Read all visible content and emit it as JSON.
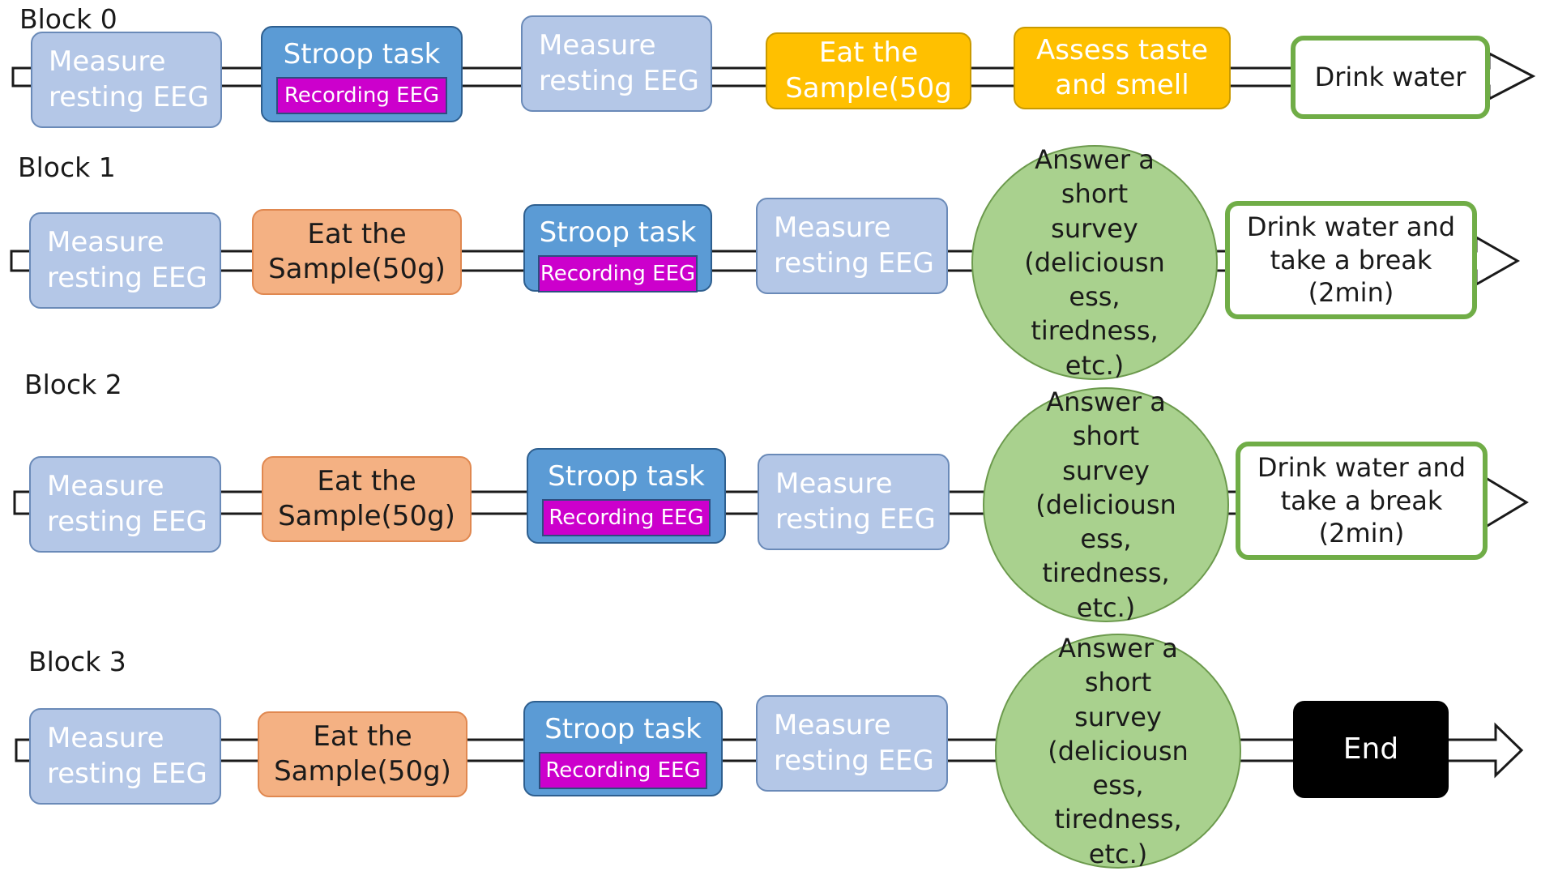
{
  "blocks": [
    {
      "label": "Block 0",
      "steps": [
        {
          "kind": "light",
          "lines": [
            "Measure",
            "resting EEG"
          ]
        },
        {
          "kind": "stroop",
          "lines": [
            "Stroop task"
          ],
          "sub": "Recording EEG"
        },
        {
          "kind": "light",
          "lines": [
            "Measure",
            "resting EEG"
          ]
        },
        {
          "kind": "orange",
          "lines": [
            "Eat the",
            "Sample(50g"
          ]
        },
        {
          "kind": "orange",
          "lines": [
            "Assess taste",
            "and smell"
          ]
        },
        {
          "kind": "water",
          "lines": [
            "Drink water"
          ]
        }
      ]
    },
    {
      "label": "Block 1",
      "steps": [
        {
          "kind": "light",
          "lines": [
            "Measure",
            "resting EEG"
          ]
        },
        {
          "kind": "salmon",
          "lines": [
            "Eat the",
            "Sample(50g)"
          ]
        },
        {
          "kind": "stroop",
          "lines": [
            "Stroop task"
          ],
          "sub": "Recording EEG"
        },
        {
          "kind": "light",
          "lines": [
            "Measure",
            "resting EEG"
          ]
        },
        {
          "kind": "survey",
          "lines": [
            "Answer a",
            "short",
            "survey",
            "(deliciousn",
            "ess,",
            "tiredness,",
            "etc.)"
          ]
        },
        {
          "kind": "water",
          "lines": [
            "Drink water and",
            "take a break",
            "(2min)"
          ]
        }
      ]
    },
    {
      "label": "Block 2",
      "steps": [
        {
          "kind": "light",
          "lines": [
            "Measure",
            "resting EEG"
          ]
        },
        {
          "kind": "salmon",
          "lines": [
            "Eat the",
            "Sample(50g)"
          ]
        },
        {
          "kind": "stroop",
          "lines": [
            "Stroop task"
          ],
          "sub": "Recording EEG"
        },
        {
          "kind": "light",
          "lines": [
            "Measure",
            "resting EEG"
          ]
        },
        {
          "kind": "survey",
          "lines": [
            "Answer a",
            "short",
            "survey",
            "(deliciousn",
            "ess,",
            "tiredness,",
            "etc.)"
          ]
        },
        {
          "kind": "water",
          "lines": [
            "Drink water and",
            "take a break",
            "(2min)"
          ]
        }
      ]
    },
    {
      "label": "Block 3",
      "steps": [
        {
          "kind": "light",
          "lines": [
            "Measure",
            "resting EEG"
          ]
        },
        {
          "kind": "salmon",
          "lines": [
            "Eat the",
            "Sample(50g)"
          ]
        },
        {
          "kind": "stroop",
          "lines": [
            "Stroop task"
          ],
          "sub": "Recording EEG"
        },
        {
          "kind": "light",
          "lines": [
            "Measure",
            "resting EEG"
          ]
        },
        {
          "kind": "survey",
          "lines": [
            "Answer a",
            "short",
            "survey",
            "(deliciousn",
            "ess,",
            "tiredness,",
            "etc.)"
          ]
        },
        {
          "kind": "end",
          "lines": [
            "End"
          ]
        }
      ]
    }
  ],
  "colors": {
    "light_blue": "#b4c7e7",
    "stroop_blue": "#5b9bd5",
    "recording_magenta": "#cc00cc",
    "orange": "#ffc000",
    "salmon": "#f4b183",
    "water_border_green": "#70ad47",
    "survey_green": "#a9d18e",
    "end_black": "#000000"
  }
}
